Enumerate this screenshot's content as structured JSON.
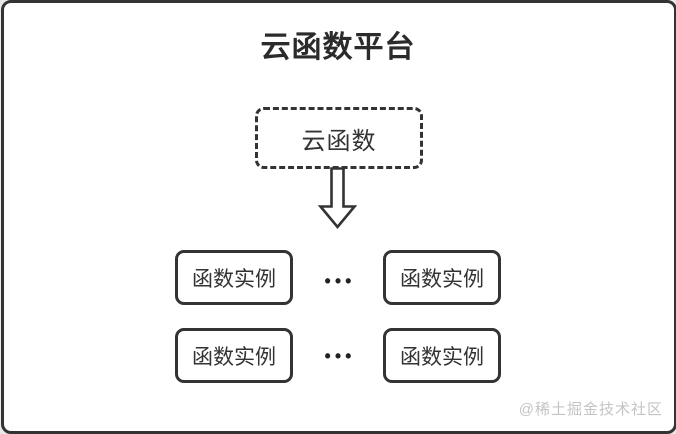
{
  "diagram": {
    "title": "云函数平台",
    "source_node": {
      "label": "云函数"
    },
    "rows": [
      {
        "boxes": [
          "函数实例",
          "函数实例"
        ],
        "separator": "•••"
      },
      {
        "boxes": [
          "函数实例",
          "函数实例"
        ],
        "separator": "•••"
      }
    ],
    "watermark": "@稀土掘金技术社区",
    "icons": {
      "arrow": "down-arrow-icon"
    },
    "colors": {
      "line": "#333333",
      "title_text": "#2b2b2b",
      "node_text": "#333333",
      "watermark_text": "#c4c4c4",
      "canvas_bg": "#ffffff",
      "outer_bg": "#e9e9e9"
    }
  }
}
